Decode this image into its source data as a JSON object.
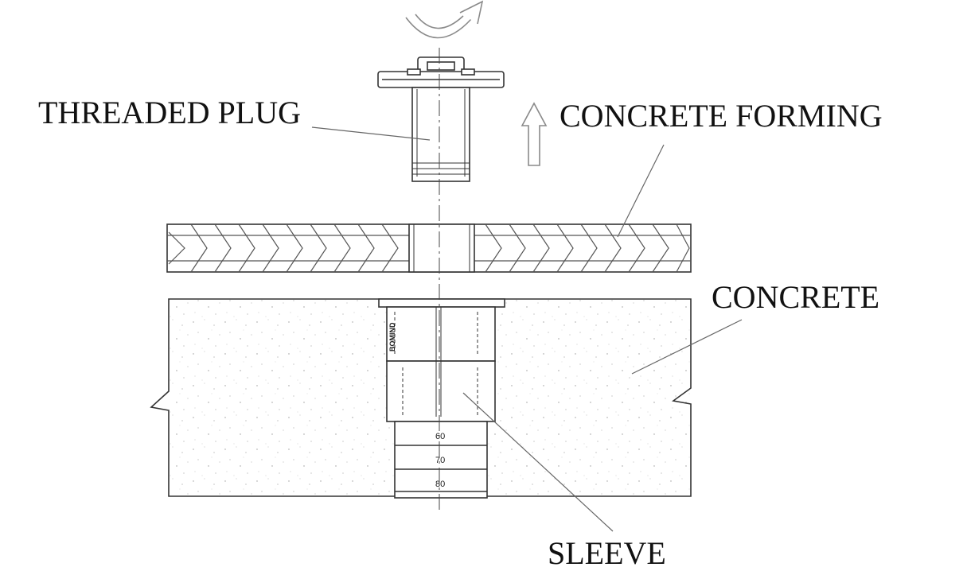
{
  "labels": {
    "threaded_plug": "THREADED PLUG",
    "concrete_forming": "CONCRETE FORMING",
    "concrete": "CONCRETE",
    "sleeve": "SLEEVE"
  },
  "sleeve_marks": [
    "60",
    "70",
    "80"
  ],
  "sleeve_brand": "BOMIND",
  "colors": {
    "line": "#333333",
    "leader": "#666666",
    "arrow": "#8a8a8a"
  }
}
